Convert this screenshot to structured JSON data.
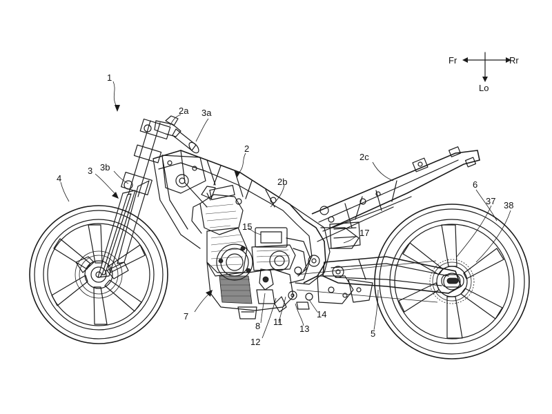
{
  "figure": {
    "axes": {
      "front": "Fr",
      "rear": "Rr",
      "lower": "Lo"
    },
    "labels": {
      "l1": "1",
      "l2": "2",
      "l2a": "2a",
      "l2b": "2b",
      "l2c": "2c",
      "l3": "3",
      "l3a": "3a",
      "l3b": "3b",
      "l4": "4",
      "l5": "5",
      "l6": "6",
      "l7": "7",
      "l8": "8",
      "l11": "11",
      "l12": "12",
      "l13": "13",
      "l14": "14",
      "l15": "15",
      "l17": "17",
      "l37": "37",
      "l38": "38"
    }
  }
}
